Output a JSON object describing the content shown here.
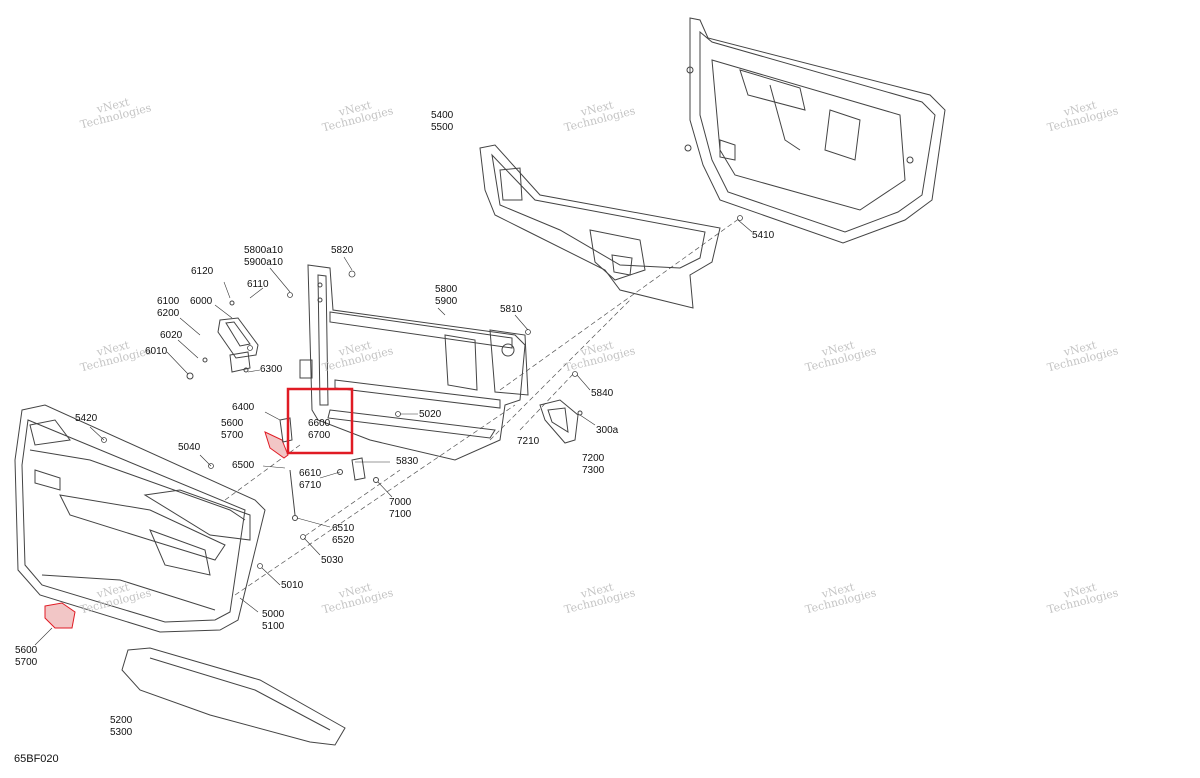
{
  "diagram": {
    "figure_code": "65BF020",
    "highlight_color": "#e01b24",
    "line_color": "#555555",
    "callouts": [
      {
        "id": "c5400",
        "lines": [
          "5400",
          "5500"
        ]
      },
      {
        "id": "c5410",
        "lines": [
          "5410"
        ]
      },
      {
        "id": "c5800a10",
        "lines": [
          "5800a10",
          "5900a10"
        ]
      },
      {
        "id": "c5820",
        "lines": [
          "5820"
        ]
      },
      {
        "id": "c6120",
        "lines": [
          "6120"
        ]
      },
      {
        "id": "c6110",
        "lines": [
          "6110"
        ]
      },
      {
        "id": "c5800",
        "lines": [
          "5800",
          "5900"
        ]
      },
      {
        "id": "c6100",
        "lines": [
          "6100",
          "6200"
        ]
      },
      {
        "id": "c6000",
        "lines": [
          "6000"
        ]
      },
      {
        "id": "c5810",
        "lines": [
          "5810"
        ]
      },
      {
        "id": "c6020",
        "lines": [
          "6020"
        ]
      },
      {
        "id": "c6010",
        "lines": [
          "6010"
        ]
      },
      {
        "id": "c6300",
        "lines": [
          "6300"
        ]
      },
      {
        "id": "c5840",
        "lines": [
          "5840"
        ]
      },
      {
        "id": "c6400",
        "lines": [
          "6400"
        ]
      },
      {
        "id": "c5420",
        "lines": [
          "5420"
        ]
      },
      {
        "id": "c5020",
        "lines": [
          "5020"
        ]
      },
      {
        "id": "c300a",
        "lines": [
          "300a"
        ]
      },
      {
        "id": "c5600a",
        "lines": [
          "5600",
          "5700"
        ]
      },
      {
        "id": "c6600",
        "lines": [
          "6600",
          "6700"
        ]
      },
      {
        "id": "c7210",
        "lines": [
          "7210"
        ]
      },
      {
        "id": "c5040",
        "lines": [
          "5040"
        ]
      },
      {
        "id": "c5830",
        "lines": [
          "5830"
        ]
      },
      {
        "id": "c7200",
        "lines": [
          "7200",
          "7300"
        ]
      },
      {
        "id": "c6500",
        "lines": [
          "6500"
        ]
      },
      {
        "id": "c6610",
        "lines": [
          "6610",
          "6710"
        ]
      },
      {
        "id": "c7000",
        "lines": [
          "7000",
          "7100"
        ]
      },
      {
        "id": "c6510",
        "lines": [
          "6510",
          "6520"
        ]
      },
      {
        "id": "c5030",
        "lines": [
          "5030"
        ]
      },
      {
        "id": "c5010",
        "lines": [
          "5010"
        ]
      },
      {
        "id": "c5000",
        "lines": [
          "5000",
          "5100"
        ]
      },
      {
        "id": "c5600b",
        "lines": [
          "5600",
          "5700"
        ]
      },
      {
        "id": "c5200",
        "lines": [
          "5200",
          "5300"
        ]
      }
    ],
    "watermark": {
      "line1": "vNext",
      "line2": "Technologies"
    }
  }
}
